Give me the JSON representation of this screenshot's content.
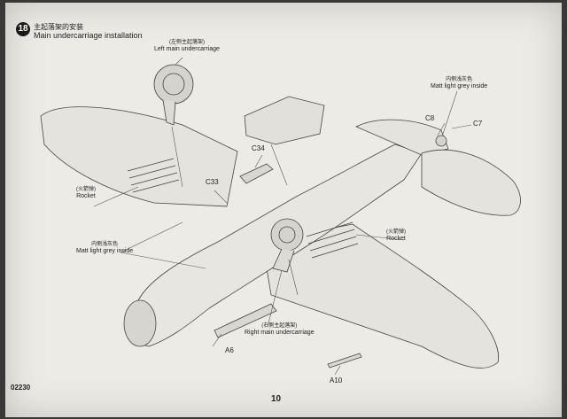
{
  "step": {
    "number": "18",
    "title_cn": "主起落架的安装",
    "title_en": "Main undercarriage installation"
  },
  "callouts": {
    "left_main_cn": "(左侧主起落架)",
    "left_main_en": "Left main undercarriage",
    "inside_right_cn": "内侧浅灰色",
    "inside_right_en": "Matt light grey inside",
    "rocket_left_cn": "(火箭弹)",
    "rocket_left_en": "Rocket",
    "inside_left_cn": "内侧浅灰色",
    "inside_left_en": "Matt light grey inside",
    "rocket_right_cn": "(火箭弹)",
    "rocket_right_en": "Rocket",
    "right_main_cn": "(右侧主起落架)",
    "right_main_en": "Right main undercarriage"
  },
  "parts": {
    "c8": "C8",
    "c7": "C7",
    "c34": "C34",
    "c33": "C33",
    "a6": "A6",
    "a10": "A10"
  },
  "footer": {
    "code": "02230",
    "page": "10"
  }
}
